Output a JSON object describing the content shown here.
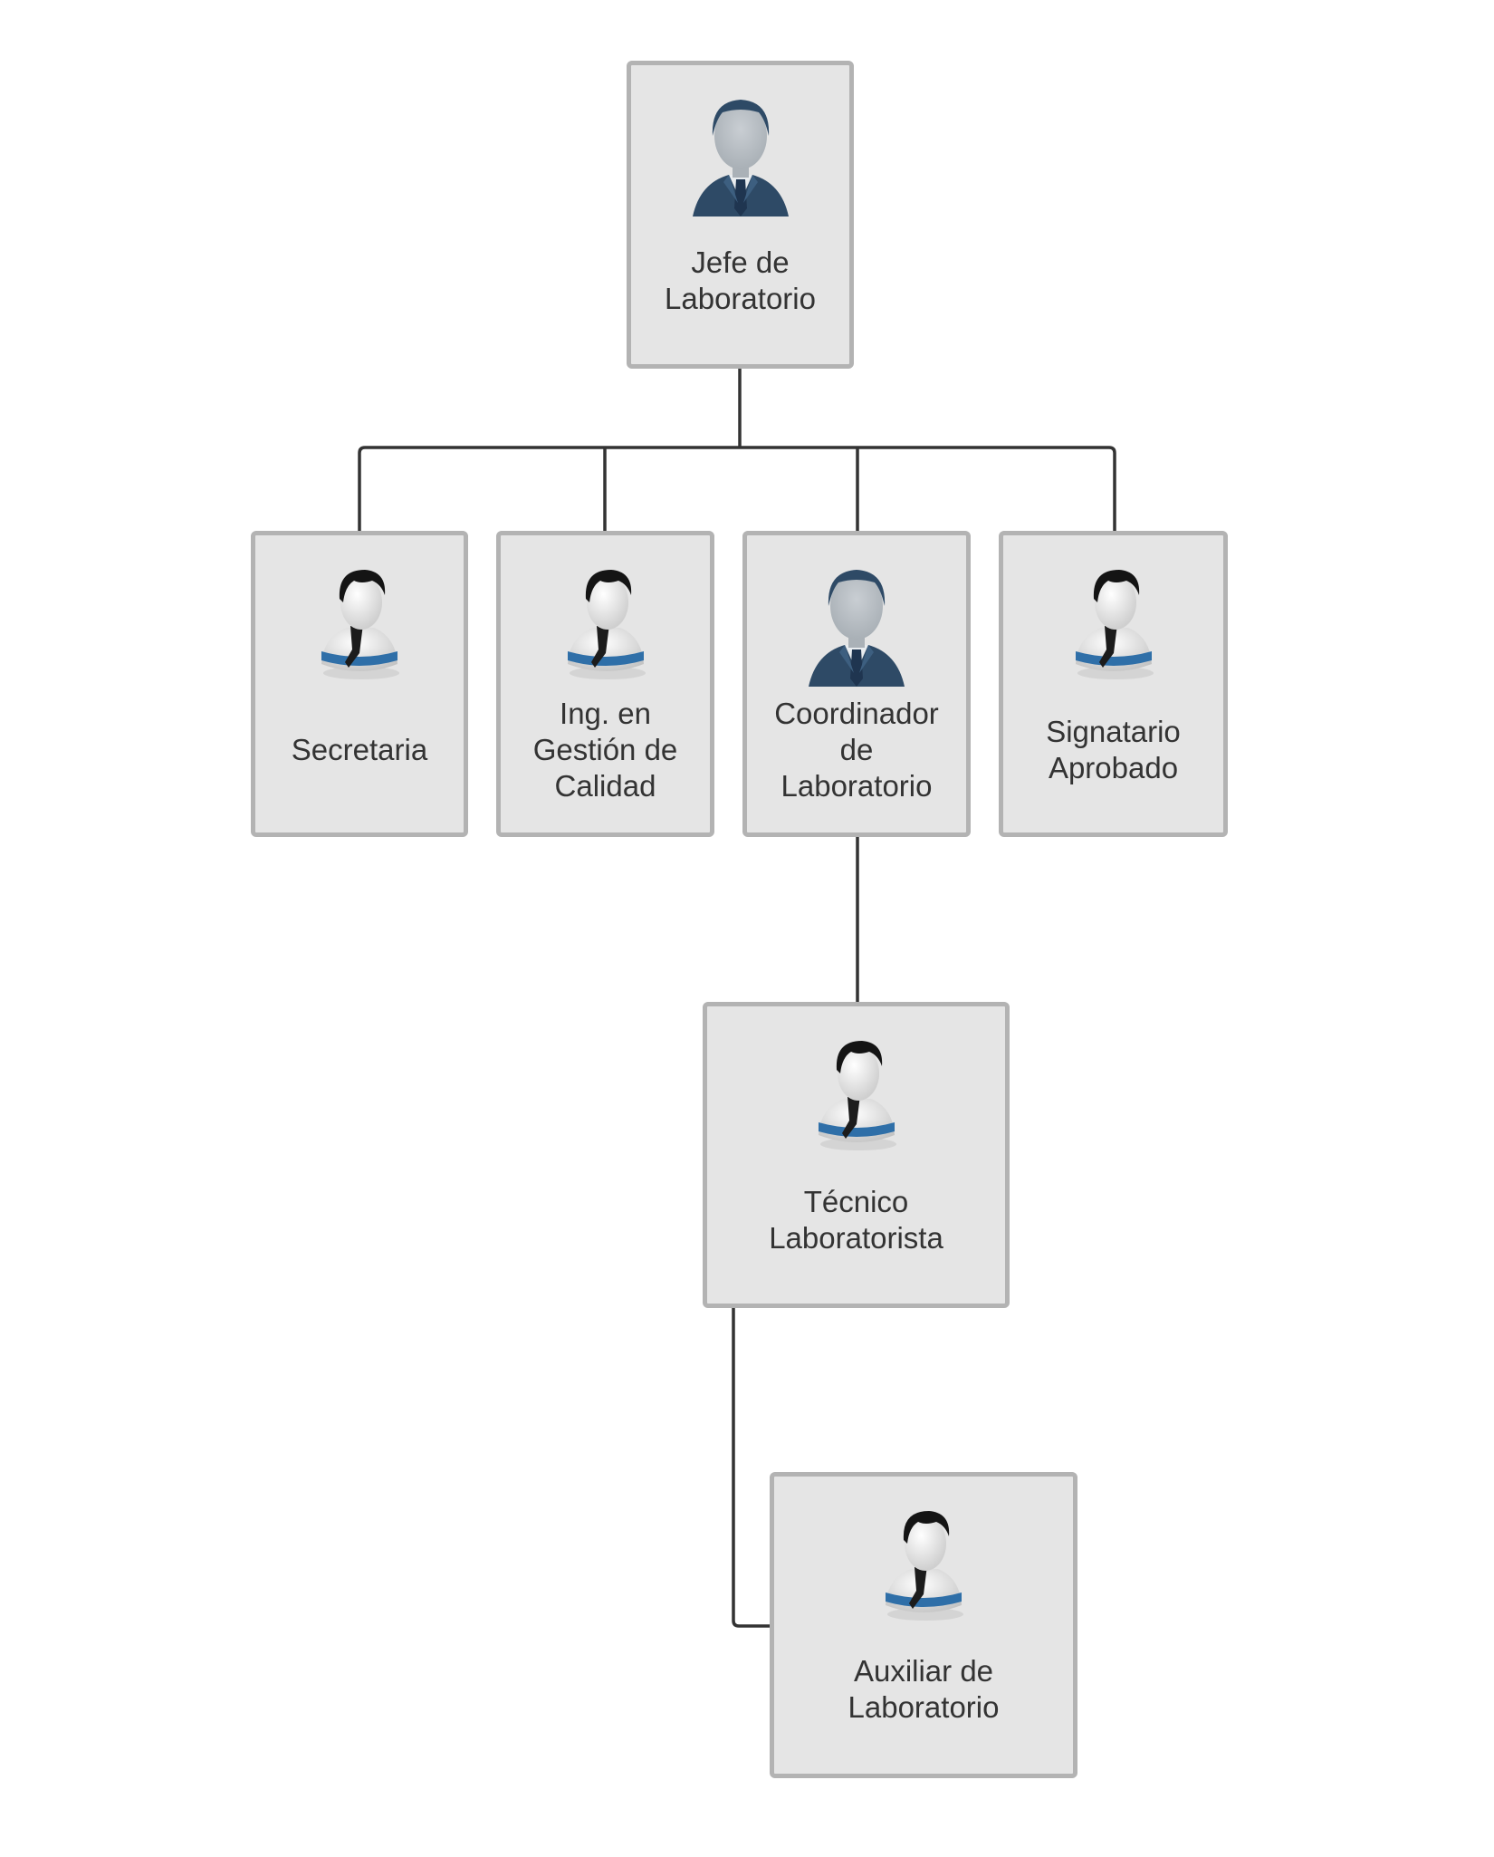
{
  "org_chart": {
    "nodes": [
      {
        "id": "jefe",
        "label": "Jefe de\nLaboratorio",
        "icon": "businessman-icon",
        "parent": null
      },
      {
        "id": "secretaria",
        "label": "Secretaria",
        "icon": "worker-icon",
        "parent": "jefe"
      },
      {
        "id": "ing",
        "label": "Ing. en\nGestión de\nCalidad",
        "icon": "worker-icon",
        "parent": "jefe"
      },
      {
        "id": "coordinador",
        "label": "Coordinador\nde\nLaboratorio",
        "icon": "businessman-icon",
        "parent": "jefe"
      },
      {
        "id": "signatario",
        "label": "Signatario\nAprobado",
        "icon": "worker-icon",
        "parent": "jefe"
      },
      {
        "id": "tecnico",
        "label": "Técnico\nLaboratorista",
        "icon": "worker-icon",
        "parent": "coordinador"
      },
      {
        "id": "auxiliar",
        "label": "Auxiliar de\nLaboratorio",
        "icon": "worker-icon",
        "parent": "tecnico"
      }
    ]
  },
  "colors": {
    "box_fill": "#e5e5e5",
    "box_border": "#b3b3b3",
    "connector": "#333333",
    "text": "#333333",
    "suit": "#2e4a66",
    "worker_stripe": "#2f6fa8"
  }
}
